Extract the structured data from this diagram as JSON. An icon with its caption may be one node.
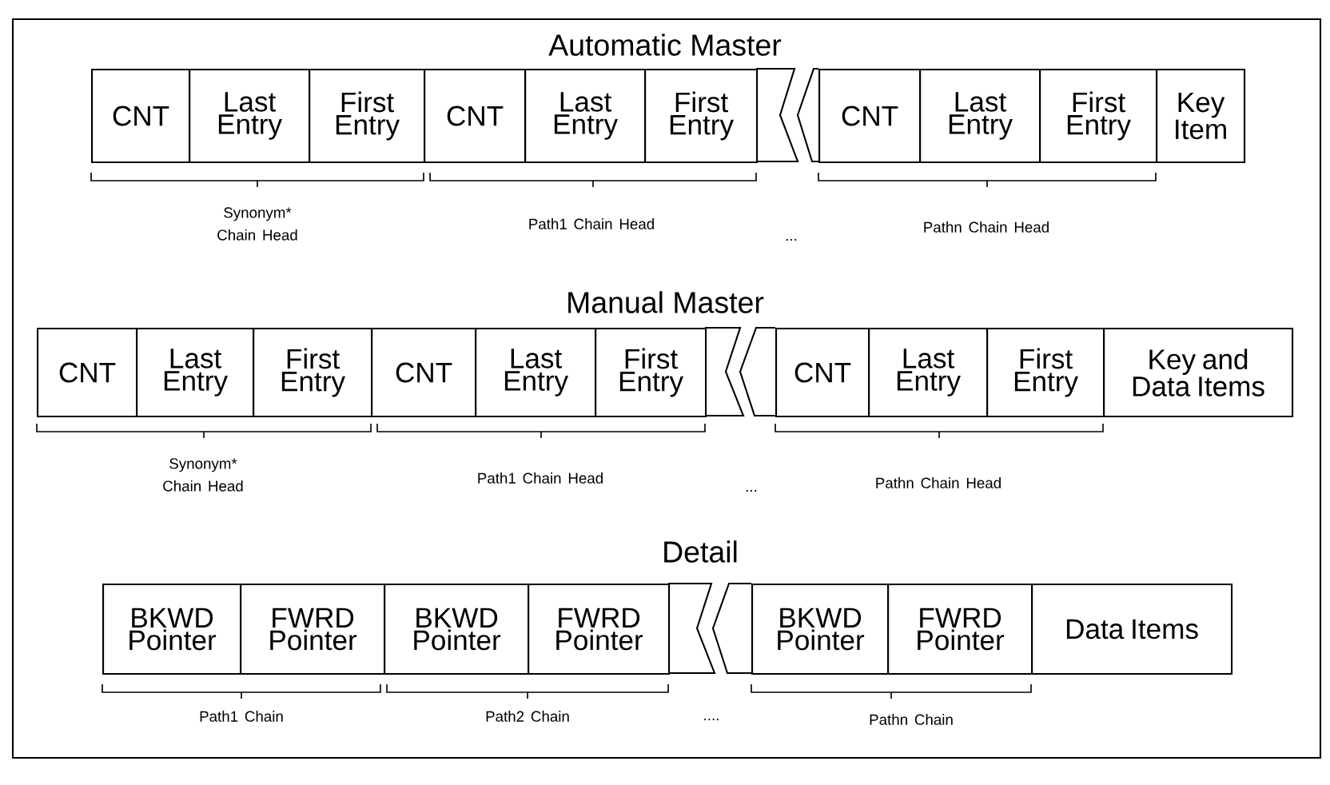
{
  "diagram": {
    "nodes": [
      {
        "text": [
          "CNT"
        ]
      },
      {
        "text": [
          "Last Entry"
        ]
      },
      {
        "text": [
          "First Entry"
        ]
      },
      {
        "text": [
          "CNT"
        ]
      },
      {
        "text": [
          "Last Entry"
        ]
      },
      {
        "text": [
          "First Entry"
        ]
      },
      {
        "text": [
          "CNT"
        ]
      },
      {
        "text": [
          "Last Entry"
        ]
      },
      {
        "text": [
          "First Entry"
        ]
      },
      {
        "text": [
          "Key Item"
        ]
      },
      {
        "text": [
          "CNT"
        ]
      },
      {
        "text": [
          "Last Entry"
        ]
      },
      {
        "text": [
          "First Entry"
        ]
      },
      {
        "text": [
          "CNT"
        ]
      },
      {
        "text": [
          "Last Entry"
        ]
      },
      {
        "text": [
          "First Entry"
        ]
      },
      {
        "text": [
          "CNT"
        ]
      },
      {
        "text": [
          "Last Entry"
        ]
      },
      {
        "text": [
          "First Entry"
        ]
      },
      {
        "text": [
          "Key and Data Items"
        ]
      },
      {
        "text": [
          "BKWD Pointer"
        ]
      },
      {
        "text": [
          "FWRD Pointer"
        ]
      },
      {
        "text": [
          "BKWD Pointer"
        ]
      },
      {
        "text": [
          "FWRD Pointer"
        ]
      },
      {
        "text": [
          "BKWD Pointer"
        ]
      },
      {
        "text": [
          "FWRD Pointer"
        ]
      },
      {
        "text": [
          "Data Items"
        ]
      }
    ],
    "labels": [
      "Automatic Master",
      "Synonym* Chain Head",
      "Path1 Chain Head",
      "...",
      "Pathn Chain Head",
      "Manual Master",
      "Synonym* Chain Head",
      "Path1 Chain Head",
      "...",
      "Pathn Chain Head",
      "Detail",
      "Path1 Chain",
      "Path2 Chain",
      "....",
      "Pathn Chain"
    ]
  }
}
